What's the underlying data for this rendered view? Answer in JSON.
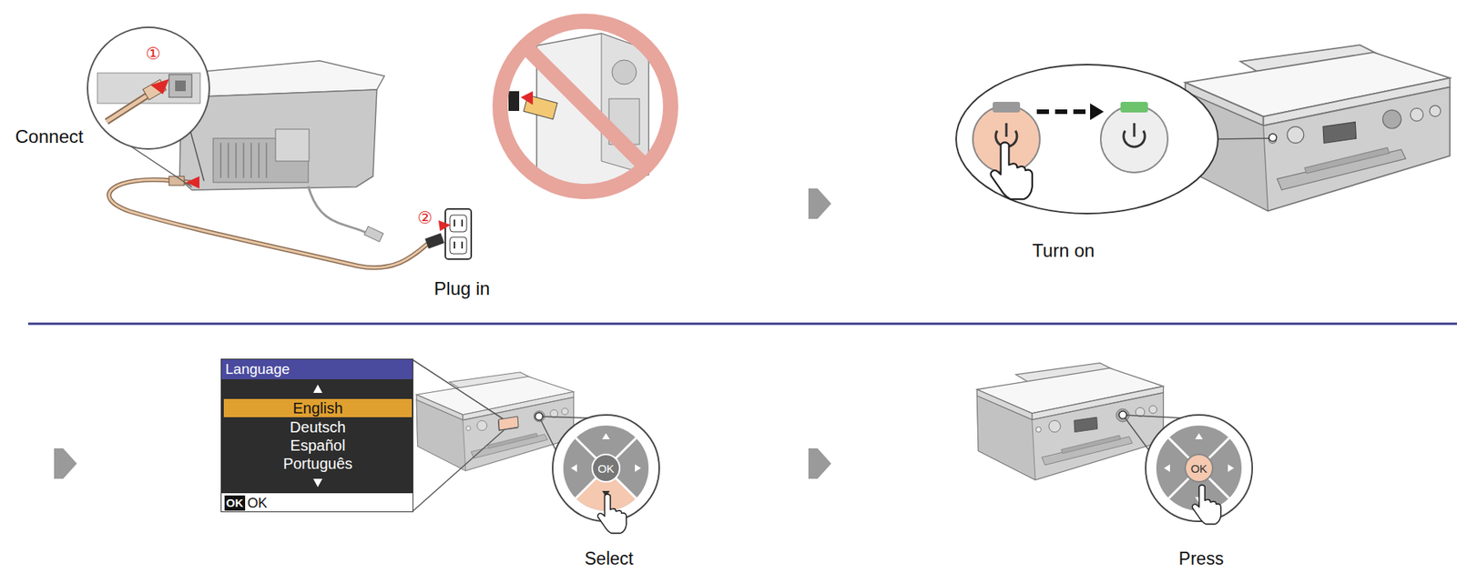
{
  "diagram": {
    "nodes": [
      {
        "text": [
          "Language",
          "English",
          "Deutsch",
          "Español",
          "Português",
          "OK",
          "OK"
        ]
      },
      {
        "text": [
          "OK"
        ]
      },
      {
        "text": [
          "OK"
        ]
      }
    ],
    "labels": [
      "①",
      "Connect",
      "②",
      "Plug in",
      "Turn on",
      "Select",
      "Press"
    ]
  }
}
